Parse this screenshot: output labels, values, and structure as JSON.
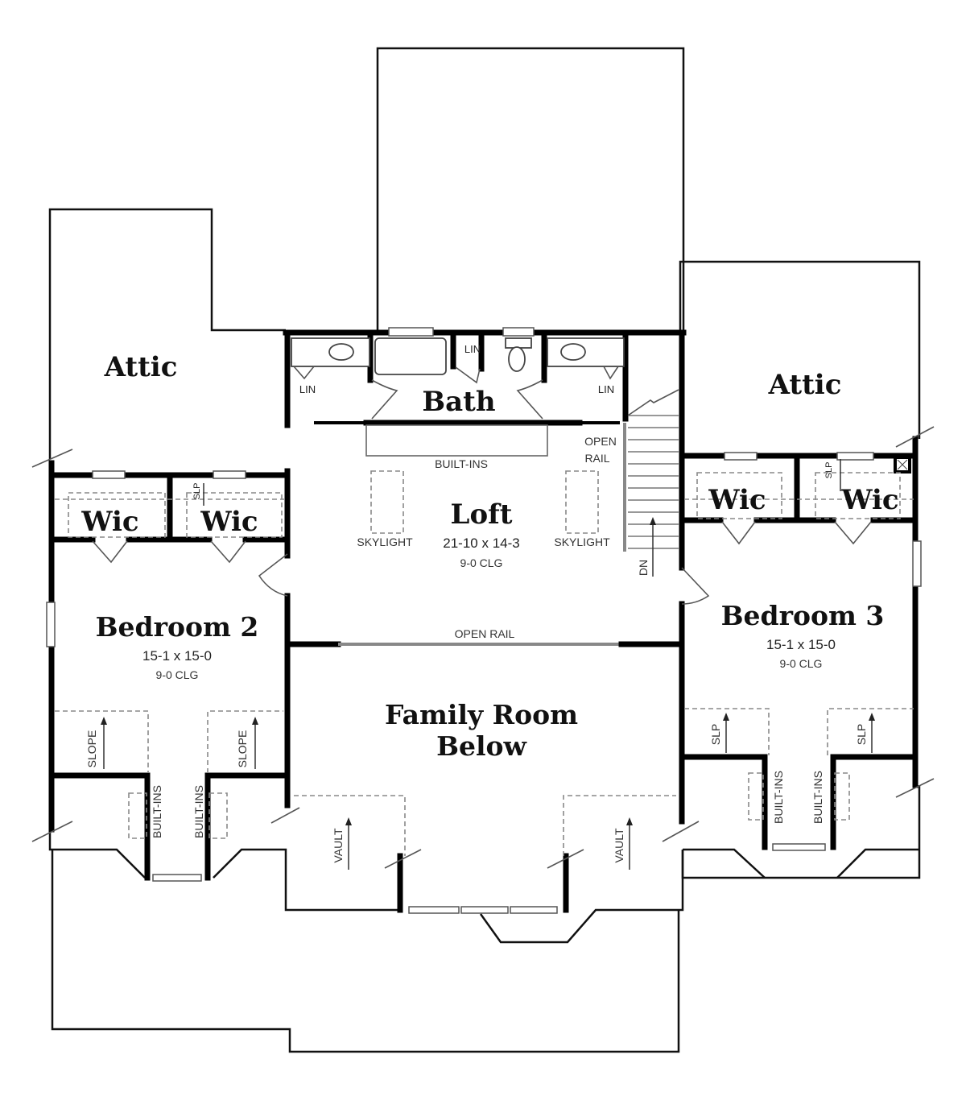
{
  "plan": {
    "rooms": {
      "attic_left": {
        "name": "Attic"
      },
      "attic_right": {
        "name": "Attic"
      },
      "bath": {
        "name": "Bath",
        "linen_labels": [
          "LIN",
          "LIN",
          "LIN"
        ]
      },
      "loft": {
        "name": "Loft",
        "dimensions": "21-10 x 14-3",
        "ceiling": "9-0 CLG",
        "skylight_left": "SKYLIGHT",
        "skylight_right": "SKYLIGHT",
        "built_ins": "BUILT-INS",
        "open_rail_top_line1": "OPEN",
        "open_rail_top_line2": "RAIL",
        "open_rail_bottom": "OPEN RAIL"
      },
      "stairs": {
        "label": "DN"
      },
      "wic_1": {
        "name": "Wic"
      },
      "wic_2": {
        "name": "Wic",
        "note": "SLP"
      },
      "wic_3": {
        "name": "Wic"
      },
      "wic_4": {
        "name": "Wic",
        "note": "SLP"
      },
      "bedroom_2": {
        "name": "Bedroom 2",
        "dimensions": "15-1 x 15-0",
        "ceiling": "9-0 CLG",
        "slope_left": "SLOPE",
        "slope_right": "SLOPE",
        "built_ins_left": "BUILT-INS",
        "built_ins_right": "BUILT-INS"
      },
      "bedroom_3": {
        "name": "Bedroom 3",
        "dimensions": "15-1 x 15-0",
        "ceiling": "9-0 CLG",
        "slope_left": "SLP",
        "slope_right": "SLP",
        "built_ins_left": "BUILT-INS",
        "built_ins_right": "BUILT-INS"
      },
      "family_room": {
        "name_line1": "Family Room",
        "name_line2": "Below",
        "vault_left": "VAULT",
        "vault_right": "VAULT"
      }
    },
    "colors": {
      "wall": "#000000",
      "background": "#ffffff",
      "dashed": "#888888"
    }
  }
}
